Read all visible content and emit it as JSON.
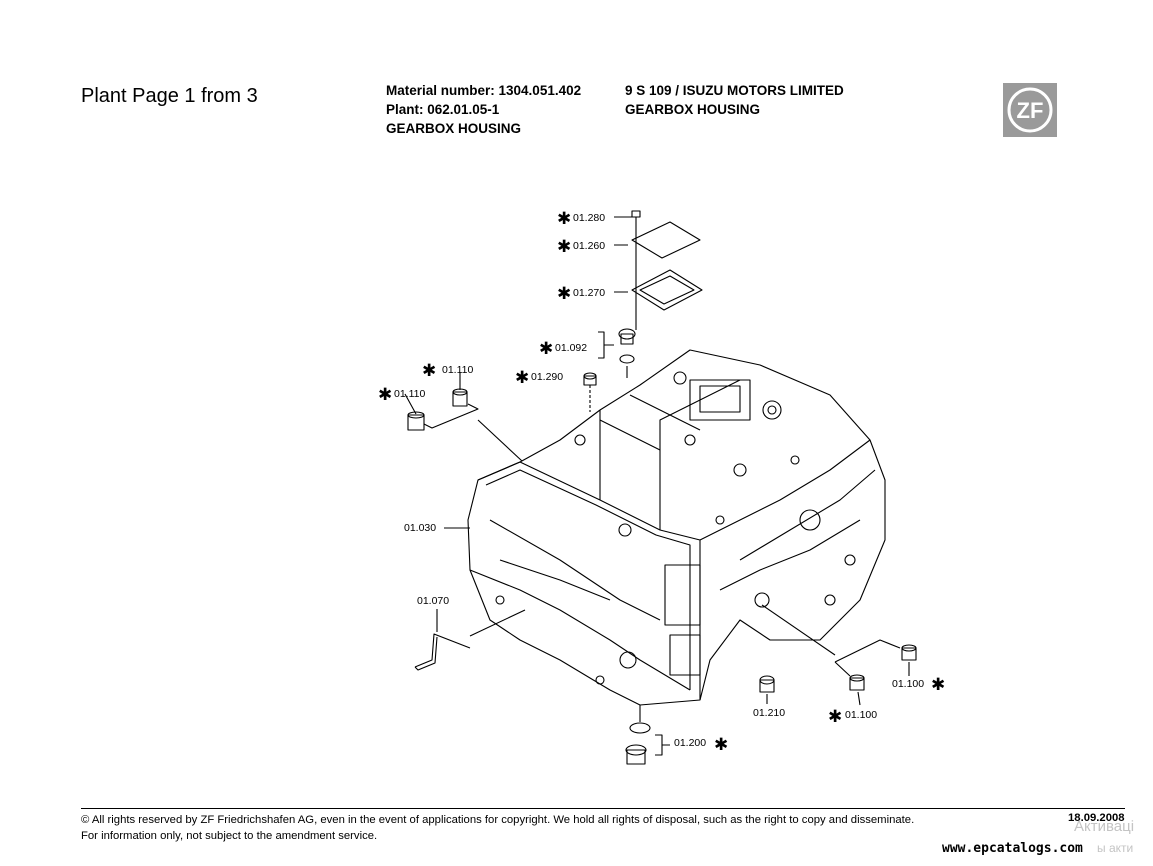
{
  "header": {
    "page_title": "Plant Page 1 from 3",
    "material_number": "Material number: 1304.051.402",
    "plant": "Plant: 062.01.05-1",
    "description": "GEARBOX HOUSING",
    "model": "9 S 109 / ISUZU MOTORS LIMITED",
    "model_description": "GEARBOX HOUSING",
    "logo_text": "ZF"
  },
  "parts": {
    "p01_280": "01.280",
    "p01_260": "01.260",
    "p01_270": "01.270",
    "p01_092": "01.092",
    "p01_290": "01.290",
    "p01_110_a": "01.110",
    "p01_110_b": "01.110",
    "p01_030": "01.030",
    "p01_070": "01.070",
    "p01_210": "01.210",
    "p01_100_a": "01.100",
    "p01_100_b": "01.100",
    "p01_200": "01.200",
    "star_mark": "✱"
  },
  "footer": {
    "copyright_line1": "© All rights reserved by ZF Friedrichshafen AG, even in the event of applications for copyright. We hold all rights of disposal, such as the right to copy and disseminate.",
    "copyright_line2": "For information only, not subject to the amendment service.",
    "date": "18.09.2008"
  },
  "watermark": {
    "site": "www.epcatalogs.com",
    "activate_line1": "Активаці",
    "activate_line2": "ы акти"
  }
}
